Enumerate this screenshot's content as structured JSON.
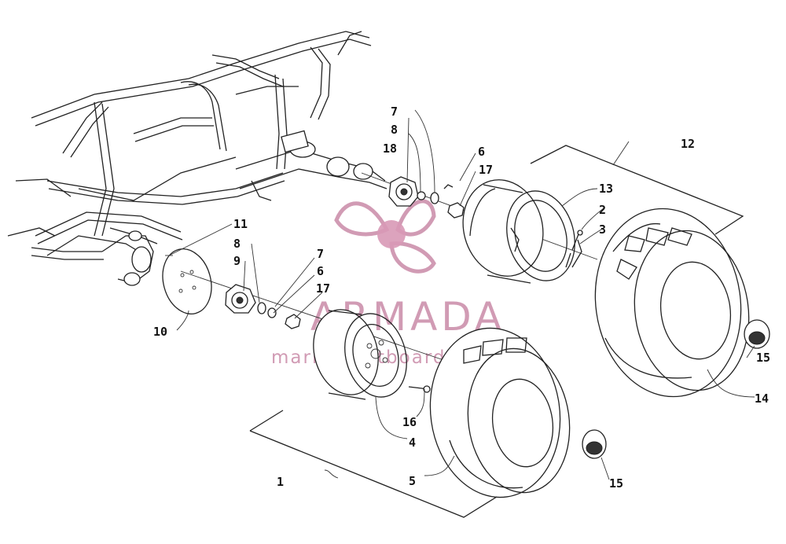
{
  "watermark": {
    "brand": "ARMADA",
    "tagline": "marine outboards",
    "color": "#c98aa7"
  },
  "callouts": [
    {
      "id": "c1",
      "label": "1"
    },
    {
      "id": "c2",
      "label": "2"
    },
    {
      "id": "c3",
      "label": "3"
    },
    {
      "id": "c4",
      "label": "4"
    },
    {
      "id": "c5",
      "label": "5"
    },
    {
      "id": "c6a",
      "label": "6"
    },
    {
      "id": "c6b",
      "label": "6"
    },
    {
      "id": "c7a",
      "label": "7"
    },
    {
      "id": "c7b",
      "label": "7"
    },
    {
      "id": "c8a",
      "label": "8"
    },
    {
      "id": "c8b",
      "label": "8"
    },
    {
      "id": "c9",
      "label": "9"
    },
    {
      "id": "c10",
      "label": "10"
    },
    {
      "id": "c11",
      "label": "11"
    },
    {
      "id": "c12",
      "label": "12"
    },
    {
      "id": "c13",
      "label": "13"
    },
    {
      "id": "c14",
      "label": "14"
    },
    {
      "id": "c15a",
      "label": "15"
    },
    {
      "id": "c15b",
      "label": "15"
    },
    {
      "id": "c16",
      "label": "16"
    },
    {
      "id": "c17a",
      "label": "17"
    },
    {
      "id": "c17b",
      "label": "17"
    },
    {
      "id": "c18",
      "label": "18"
    }
  ]
}
